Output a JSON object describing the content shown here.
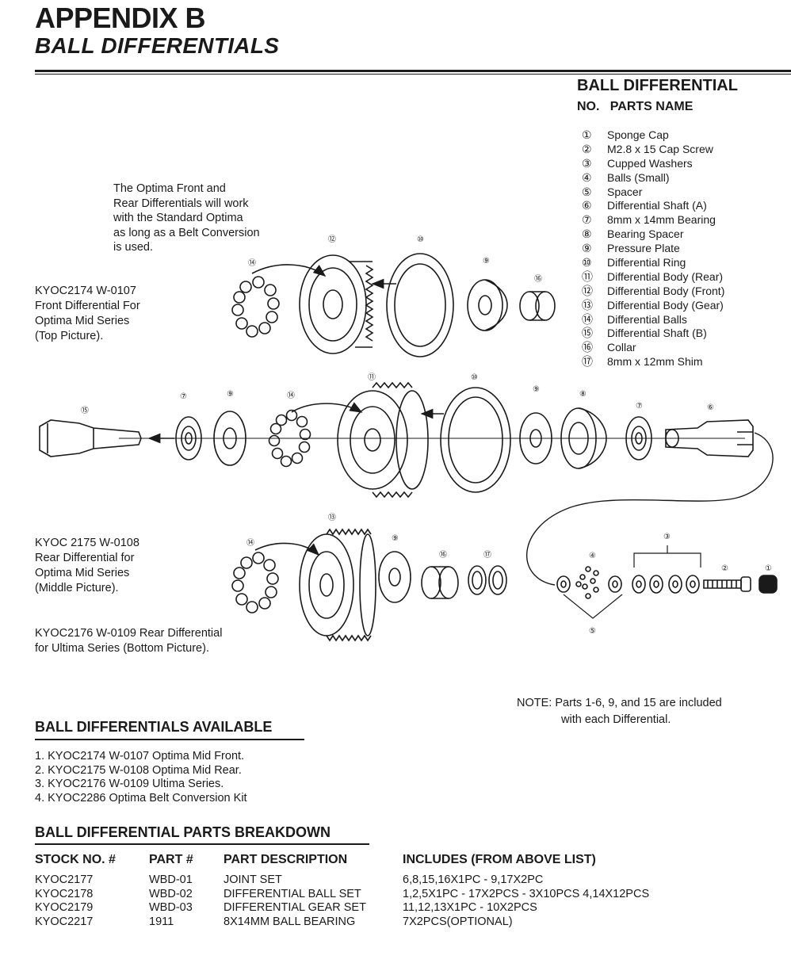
{
  "header": {
    "title": "APPENDIX B",
    "subtitle": "BALL DIFFERENTIALS"
  },
  "parts_list": {
    "title": "BALL DIFFERENTIAL",
    "col_no": "NO.",
    "col_name": "PARTS NAME",
    "items": [
      {
        "no": "①",
        "name": "Sponge Cap"
      },
      {
        "no": "②",
        "name": "M2.8 x 15 Cap Screw"
      },
      {
        "no": "③",
        "name": "Cupped Washers"
      },
      {
        "no": "④",
        "name": "Balls (Small)"
      },
      {
        "no": "⑤",
        "name": "Spacer"
      },
      {
        "no": "⑥",
        "name": "Differential Shaft (A)"
      },
      {
        "no": "⑦",
        "name": "8mm x 14mm Bearing"
      },
      {
        "no": "⑧",
        "name": "Bearing Spacer"
      },
      {
        "no": "⑨",
        "name": "Pressure Plate"
      },
      {
        "no": "⑩",
        "name": "Differential Ring"
      },
      {
        "no": "⑪",
        "name": "Differential Body (Rear)"
      },
      {
        "no": "⑫",
        "name": "Differential Body (Front)"
      },
      {
        "no": "⑬",
        "name": "Differential Body (Gear)"
      },
      {
        "no": "⑭",
        "name": "Differential Balls"
      },
      {
        "no": "⑮",
        "name": "Differential Shaft (B)"
      },
      {
        "no": "⑯",
        "name": "Collar"
      },
      {
        "no": "⑰",
        "name": "8mm x 12mm Shim"
      }
    ]
  },
  "notes": {
    "optima_lines": [
      "The Optima Front and",
      "Rear Differentials will work",
      "with the Standard Optima",
      "as long as a Belt Conversion",
      "is used."
    ],
    "parts_included_line1": "NOTE: Parts 1-6, 9, and 15 are included",
    "parts_included_line2": "with each Differential."
  },
  "captions": {
    "top": [
      "KYOC2174 W-0107",
      "Front Differential For",
      "Optima Mid Series",
      "(Top Picture)."
    ],
    "middle": [
      "KYOC 2175 W-0108",
      "Rear Differential for",
      "Optima Mid Series",
      "(Middle Picture)."
    ],
    "bottom": [
      "KYOC2176 W-0109 Rear Differential",
      "for Ultima Series (Bottom Picture)."
    ]
  },
  "diagram_labels": {
    "top": [
      "⑫",
      "⑩",
      "⑭",
      "⑨",
      "⑯"
    ],
    "middle": [
      "⑮",
      "⑦",
      "⑨",
      "⑭",
      "⑪",
      "⑩",
      "⑨",
      "⑧",
      "⑦",
      "⑥"
    ],
    "bottom": [
      "⑬",
      "⑭",
      "⑨",
      "⑯",
      "⑰"
    ],
    "exploded": [
      "③",
      "④",
      "②",
      "①",
      "⑤"
    ]
  },
  "available": {
    "title": "BALL DIFFERENTIALS AVAILABLE",
    "items": [
      "1. KYOC2174 W-0107 Optima Mid Front.",
      "2. KYOC2175 W-0108 Optima Mid Rear.",
      "3. KYOC2176 W-0109 Ultima Series.",
      "4. KYOC2286 Optima Belt Conversion Kit"
    ]
  },
  "breakdown": {
    "title": "BALL DIFFERENTIAL PARTS BREAKDOWN",
    "headers": [
      "STOCK NO. #",
      "PART #",
      "PART DESCRIPTION",
      "INCLUDES (FROM ABOVE LIST)"
    ],
    "rows": [
      [
        "KYOC2177",
        "WBD-01",
        "JOINT SET",
        "6,8,15,16X1PC - 9,17X2PC"
      ],
      [
        "KYOC2178",
        "WBD-02",
        "DIFFERENTIAL BALL SET",
        "1,2,5X1PC - 17X2PCS - 3X10PCS 4,14X12PCS"
      ],
      [
        "KYOC2179",
        "WBD-03",
        "DIFFERENTIAL GEAR SET",
        "11,12,13X1PC - 10X2PCS"
      ],
      [
        "KYOC2217",
        "1911",
        "8X14MM BALL BEARING",
        "7X2PCS(OPTIONAL)"
      ]
    ]
  }
}
